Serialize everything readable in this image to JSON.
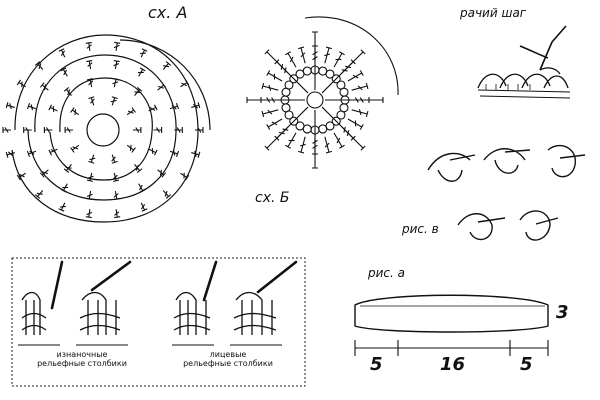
{
  "labels": {
    "scheme_a": "сх. А",
    "scheme_b": "сх. Б",
    "back_loop": "рачий шаг",
    "fig_v": "рис. в",
    "fig_a": "рис. а",
    "purl_relief_line1": "изнаночные",
    "purl_relief_line2": "рельефные столбики",
    "knit_relief_line1": "лицевые",
    "knit_relief_line2": "рельефные столбики"
  },
  "dimensions": {
    "height": "3",
    "left": "5",
    "middle": "16",
    "right": "5"
  }
}
